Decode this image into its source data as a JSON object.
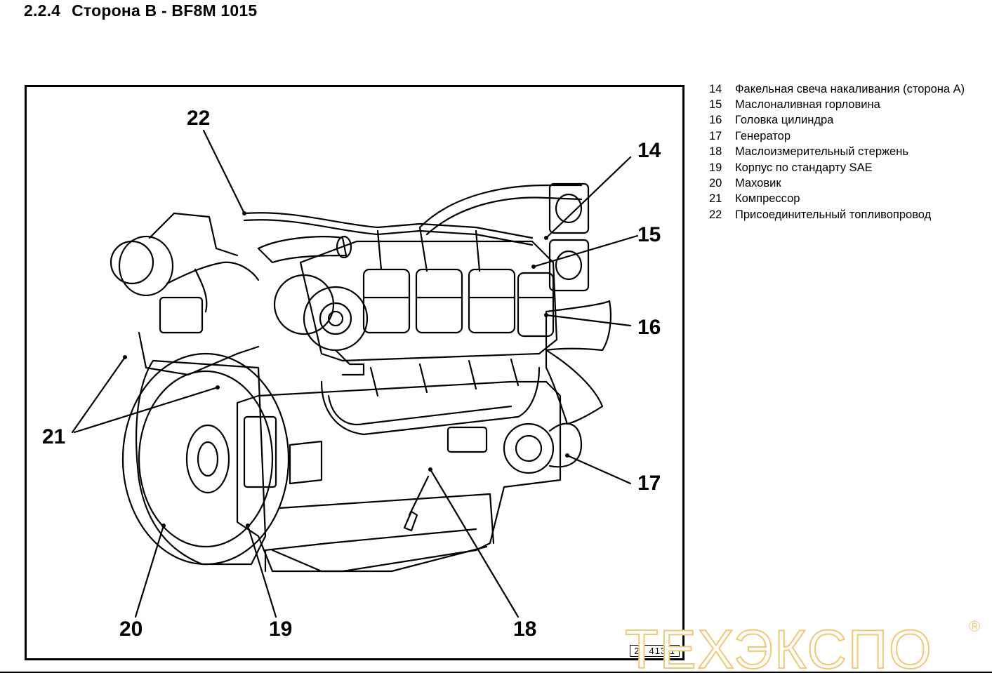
{
  "header": {
    "section_number": "2.2.4",
    "title": "Сторона B - BF8M 1015"
  },
  "figure": {
    "callouts": [
      {
        "label": "22"
      },
      {
        "label": "14"
      },
      {
        "label": "15"
      },
      {
        "label": "16"
      },
      {
        "label": "21"
      },
      {
        "label": "17"
      },
      {
        "label": "20"
      },
      {
        "label": "19"
      },
      {
        "label": "18"
      }
    ],
    "figure_code": "26 413 1"
  },
  "legend": {
    "items": [
      {
        "num": "14",
        "text": "Факельная свеча накаливания (сторона А)"
      },
      {
        "num": "15",
        "text": "Маслоналивная горловина"
      },
      {
        "num": "16",
        "text": "Головка цилиндра"
      },
      {
        "num": "17",
        "text": "Генератор"
      },
      {
        "num": "18",
        "text": "Маслоизмерительный стержень"
      },
      {
        "num": "19",
        "text": "Корпус по стандарту SAE"
      },
      {
        "num": "20",
        "text": "Маховик"
      },
      {
        "num": "21",
        "text": "Компрессор"
      },
      {
        "num": "22",
        "text": "Присоединительный топливопровод"
      }
    ]
  },
  "watermark": {
    "text": "ТЕХЭКСПО",
    "mark": "®",
    "color": "#f2c871"
  }
}
